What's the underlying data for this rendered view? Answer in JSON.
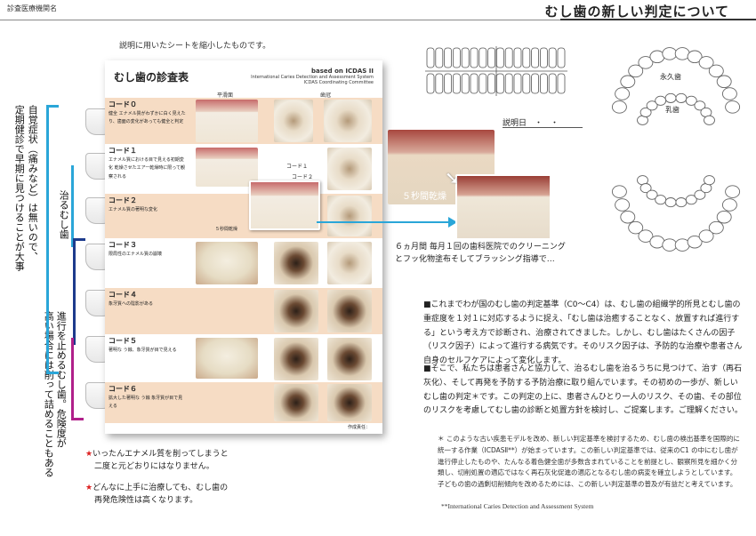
{
  "header": {
    "left_label": "診査医療機関名",
    "title": "むし歯の新しい判定について"
  },
  "caption_top": "説明に用いたシートを縮小したものです。",
  "left_vertical": {
    "col1": "自覚症状（痛みなど）は無いので、",
    "col2": "定期健診で早期に見つけることが大事",
    "heal": "治るむし歯",
    "stop1": "進行を止めるむし歯。危険度が",
    "stop2": "高い場合には削って詰めることもある"
  },
  "chart": {
    "title": "むし歯の診査表",
    "based_on": "based on ICDAS II",
    "based_sub1": "International Caries Detection and Assessment System",
    "based_sub2": "ICDAS Coordinating Committee",
    "col_smooth": "平滑面",
    "col_pit": "歯冠",
    "callout1": "コード１",
    "callout2": "コード２",
    "air_dry": "５秒間乾燥",
    "footer": "作成責任：",
    "rows": [
      {
        "code": "コード０",
        "desc": "健全\nエナメル質がわずかに白く見えたり、歯面の変化があっても健全と判定"
      },
      {
        "code": "コード１",
        "desc": "エナメル質における目で見える初期変化\n乾燥させたエアー乾燥時に限って観察される"
      },
      {
        "code": "コード２",
        "desc": "エナメル質の著明な変化"
      },
      {
        "code": "コード３",
        "desc": "限局性のエナメル質の崩壊"
      },
      {
        "code": "コード４",
        "desc": "象牙質への陰影がある"
      },
      {
        "code": "コード５",
        "desc": "著明な う蝕、象牙質が目で見える"
      },
      {
        "code": "コード６",
        "desc": "拡大した著明な う蝕\n象牙質が目で見える"
      }
    ]
  },
  "photo_label": "５秒間乾燥",
  "explain_date": "説明日　・　・",
  "dental_chart": {
    "permanent": "永久歯",
    "primary": "乳歯"
  },
  "cleaning_caption1": "６ヵ月間 毎月１回の歯科医院でのクリーニング",
  "cleaning_caption2": "とフッ化物塗布そしてブラッシング指導で…",
  "paragraph1": "■これまでわが国のむし歯の判定基準（C0～C4）は、むし歯の組織学的所見とむし歯の重症度を１対１に対応するように捉え、「むし歯は治癒することなく、放置すれば進行する」という考え方で診断され、治療されてきました。しかし、むし歯はたくさんの因子（リスク因子）によって進行する病気です。そのリスク因子は、予防的な治療や患者さん自身のセルフケアによって変化します。",
  "paragraph2": "■そこで、私たちは患者さんと協力して、治るむし歯を治るうちに見つけて、治す（再石灰化）、そして再発を予防する予防治療に取り組んでいます。その初めの一歩が、新しいむし歯の判定＊です。この判定の上に、患者さんひとり一人のリスク、その歯、その部位のリスクを考慮してむし歯の診断と処置方針を検討し、ご提案します。ご理解ください。",
  "note": "＊ このような古い疾患モデルを改め、新しい判定基準を検討するため、むし歯の検出基準を国際的に統一する作業（ICDASⅡ**）が始まっています。この新しい判定基準では、従来のC1 の中にむし歯が進行停止したものや、たんなる着色健全歯が多数含まれていることを前提とし、観察所見を細かく分類し、切削処置の適応ではなく再石灰化促進の適応となるむし歯の病変を確立しようとしています。子どもの歯の過剰切削傾向を改めるためには、この新しい判定基準の普及が有益だと考えています。",
  "note_source": "**International Caries Detection and Assessment System",
  "warn1a": "いったんエナメル質を削ってしまうと",
  "warn1b": "二度と元どおりにはなりません。",
  "warn2a": "どんなに上手に治療しても、むし歯の",
  "warn2b": "再発危険性は高くなります。",
  "star": "★",
  "colors": {
    "accent_blue": "#2aa6d8",
    "navy": "#1d3b8c",
    "magenta": "#b0208a",
    "row_orange": "#f6dcc4"
  }
}
